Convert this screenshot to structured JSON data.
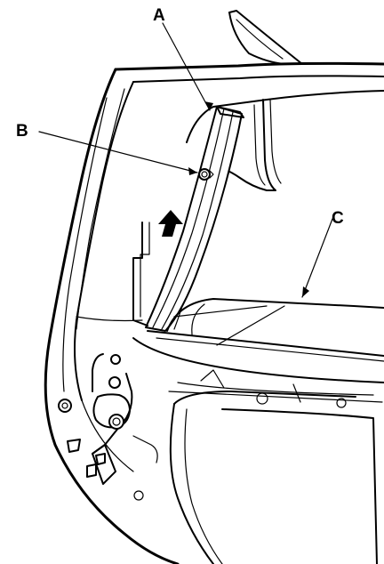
{
  "labels": {
    "a": "A",
    "b": "B",
    "c": "C"
  },
  "colors": {
    "ink": "#000000",
    "paper": "#ffffff"
  },
  "icons": {
    "direction": "arrow-up-icon"
  }
}
